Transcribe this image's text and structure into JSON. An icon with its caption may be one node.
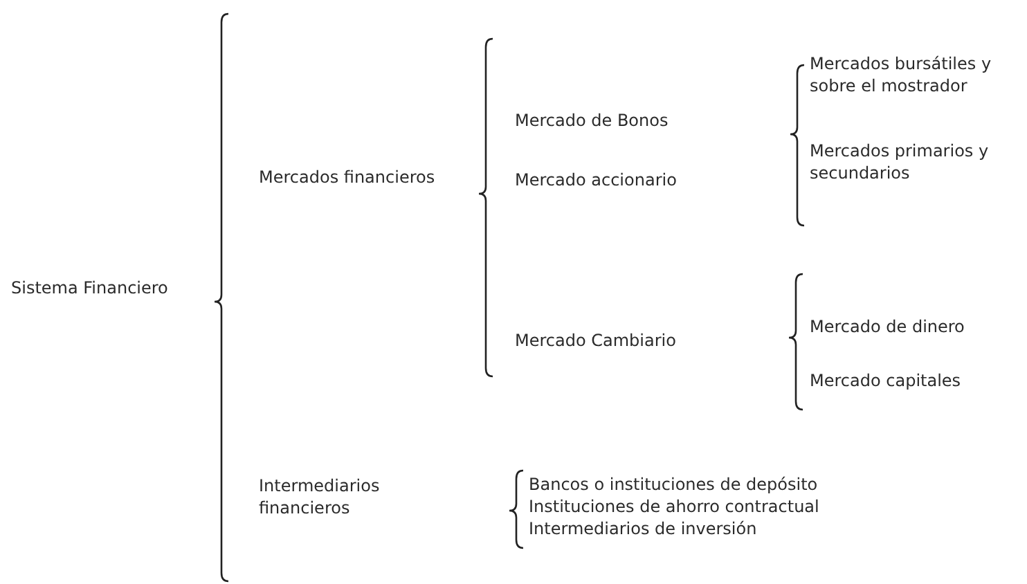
{
  "diagram": {
    "labels": [
      "Sistema Financiero",
      "Mercados financieros",
      "Mercado de Bonos",
      "Mercado accionario",
      "Mercados bursátiles y sobre el mostrador",
      "Mercados primarios y secundarios",
      "Mercado Cambiario",
      "Mercado de dinero",
      "Mercado capitales",
      "Intermediarios financieros",
      "Bancos o instituciones de depósito",
      "Instituciones de ahorro contractual",
      "Intermediarios de inversión"
    ]
  }
}
